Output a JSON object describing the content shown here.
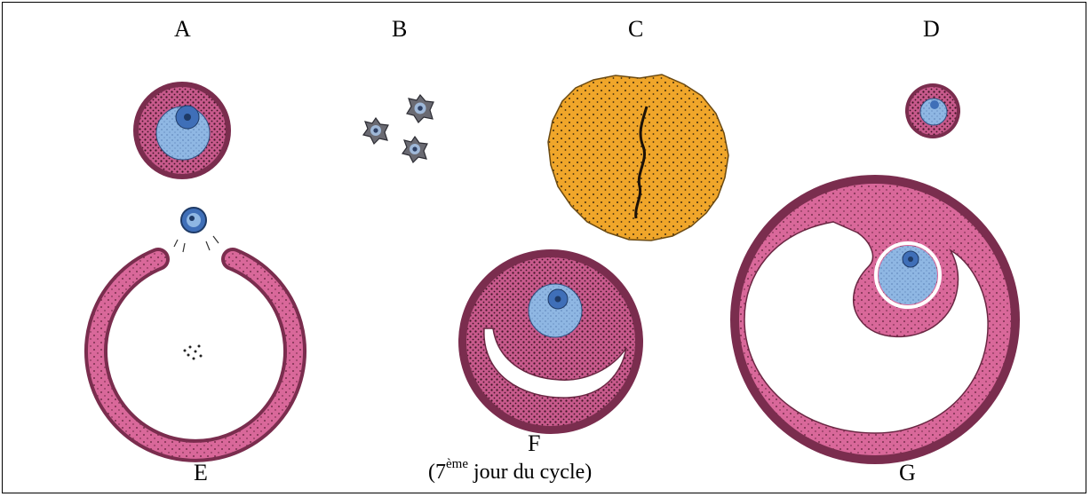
{
  "labels": {
    "A": "A",
    "B": "B",
    "C": "C",
    "D": "D",
    "E": "E",
    "F": "F",
    "G": "G"
  },
  "caption_f": {
    "open": "(7",
    "sup": "ème",
    "rest": " jour du cycle)"
  },
  "colors": {
    "granulosa": "#d9689a",
    "theca": "#7a2d4e",
    "oocyte": "#8fb7e3",
    "nucleus": "#3f6fb8",
    "corpus_luteum": "#f0a62a",
    "highlight_ring": "#ffffff"
  }
}
